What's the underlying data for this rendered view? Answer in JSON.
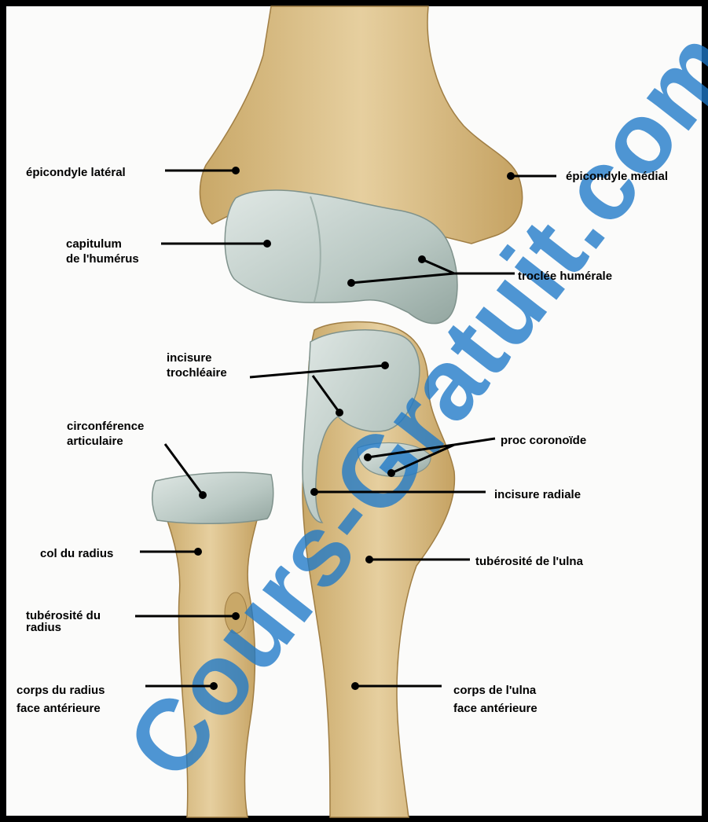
{
  "labels": {
    "epicondyle_lateral": "épicondyle latéral",
    "epicondyle_medial": "épicondyle médial",
    "capitulum": "capitulum\nde l'humérus",
    "trochlee": "troclée humérale",
    "incisure_trochleaire": "incisure\ntrochléaire",
    "proc_coronoide": "proc coronoïde",
    "circonference": "circonférence\narticulaire",
    "incisure_radiale": "incisure radiale",
    "col_radius": "col du radius",
    "tuberosite_ulna": "tubérosité de l'ulna",
    "tuberosite_radius": "tubérosité du\nradius",
    "corps_radius": "corps du radius\nface antérieure",
    "corps_ulna": "corps de l'ulna\nface antérieure"
  },
  "watermark": "Cours-Gratuit.com",
  "colors": {
    "bone": "#dcc08a",
    "bone_dark": "#b48f52",
    "cartilage": "#bccac5",
    "cartilage_dark": "#8fa19c",
    "watermark": "#1e78c8",
    "frame": "#000000"
  }
}
